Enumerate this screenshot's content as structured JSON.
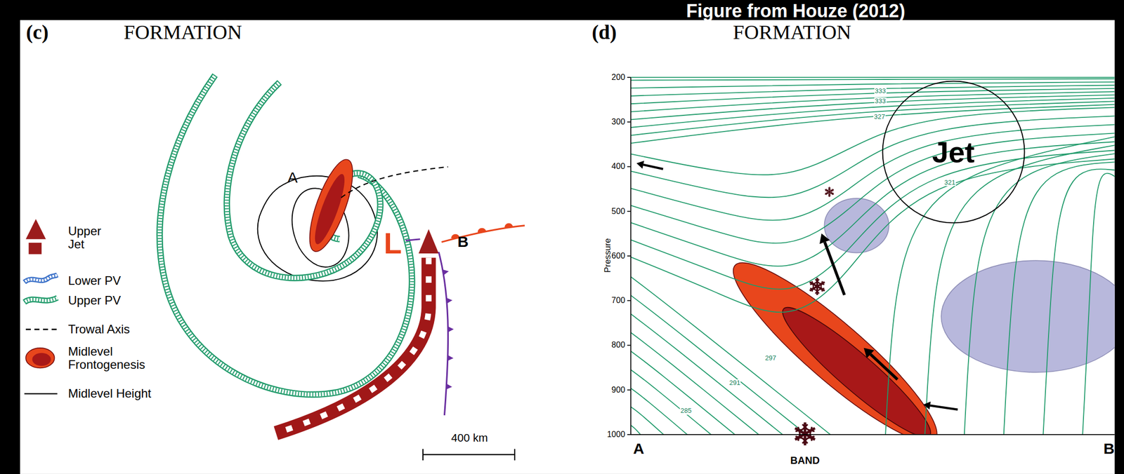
{
  "diagram": {
    "title": "Figure from Houze (2012)",
    "nodes": [
      {
        "text": [
          "Jet"
        ]
      }
    ],
    "labels": [
      "(c)",
      "FORMATION",
      "A",
      "L",
      "B",
      "400 km",
      "(d)",
      "FORMATION",
      "Pressure",
      "200",
      "300",
      "400",
      "500",
      "600",
      "700",
      "800",
      "900",
      "1000",
      "333",
      "333",
      "327",
      "321",
      "297",
      "291",
      "285",
      "A",
      "BAND",
      "B"
    ],
    "legend": [
      {
        "text": "Upper Jet"
      },
      {
        "text": "Lower PV"
      },
      {
        "text": "Upper PV"
      },
      {
        "text": "Trowal Axis"
      },
      {
        "text": "Midlevel Frontogenesis"
      },
      {
        "text": "Midlevel Height"
      }
    ]
  }
}
